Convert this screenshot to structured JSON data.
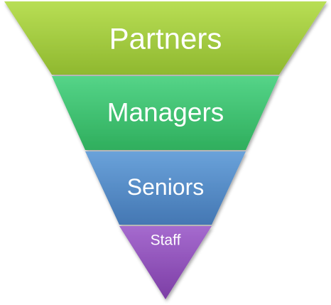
{
  "diagram": {
    "type": "inverted-pyramid",
    "tiers": [
      {
        "label": "Partners",
        "color": "#9ac43a"
      },
      {
        "label": "Managers",
        "color": "#3ec46e"
      },
      {
        "label": "Seniors",
        "color": "#5289c6"
      },
      {
        "label": "Staff",
        "color": "#9150b8"
      }
    ]
  }
}
